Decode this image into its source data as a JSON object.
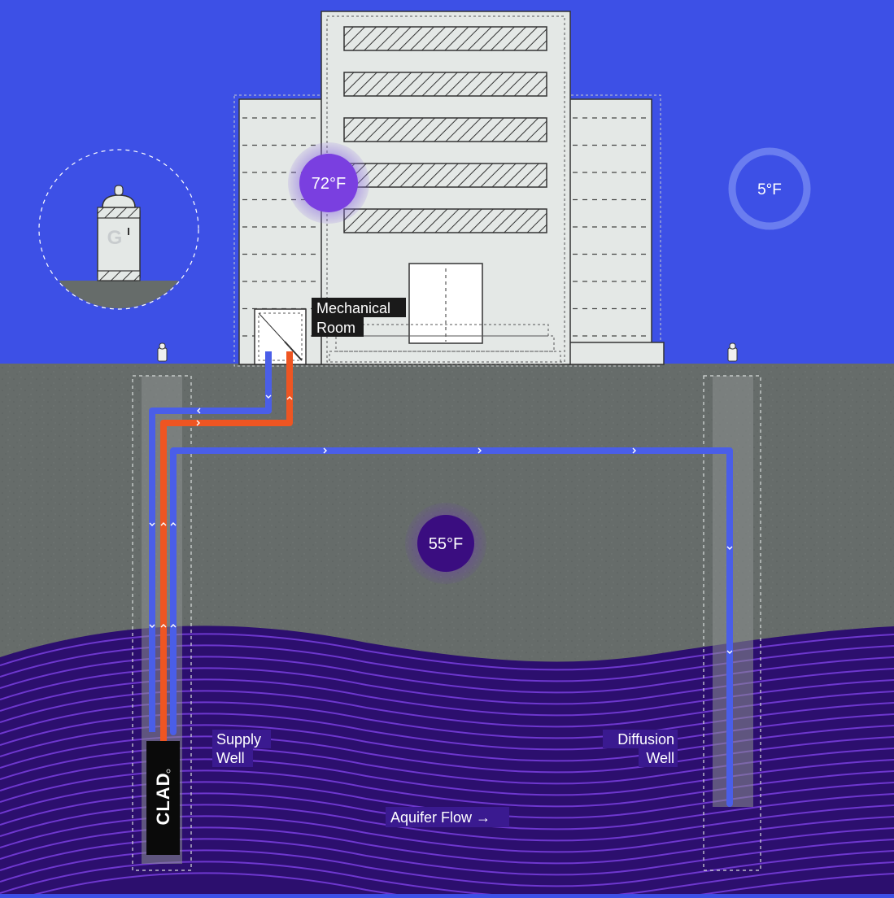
{
  "temperatures": {
    "indoor": "72°F",
    "outdoor": "5°F",
    "ground": "55°F"
  },
  "labels": {
    "mechanical_room": [
      "Mechanical",
      "Room"
    ],
    "supply_well": [
      "Supply",
      "Well"
    ],
    "diffusion_well": [
      "Diffusion",
      "Well"
    ],
    "aquifer_flow": "Aquifer Flow →",
    "pump_brand": "CLAD",
    "tank_letter": "G"
  },
  "colors": {
    "sky": "#3d50e6",
    "ground": "#666c6a",
    "aquifer": "#2c0f6e",
    "aquifer_line": "#7a3fe0",
    "cold_pipe": "#4a5ee8",
    "hot_pipe": "#ee5522",
    "temp_badge": "#7a3fe0",
    "label_bg_dark": "#1a1a1a",
    "label_bg_purple": "#3a1a90"
  }
}
